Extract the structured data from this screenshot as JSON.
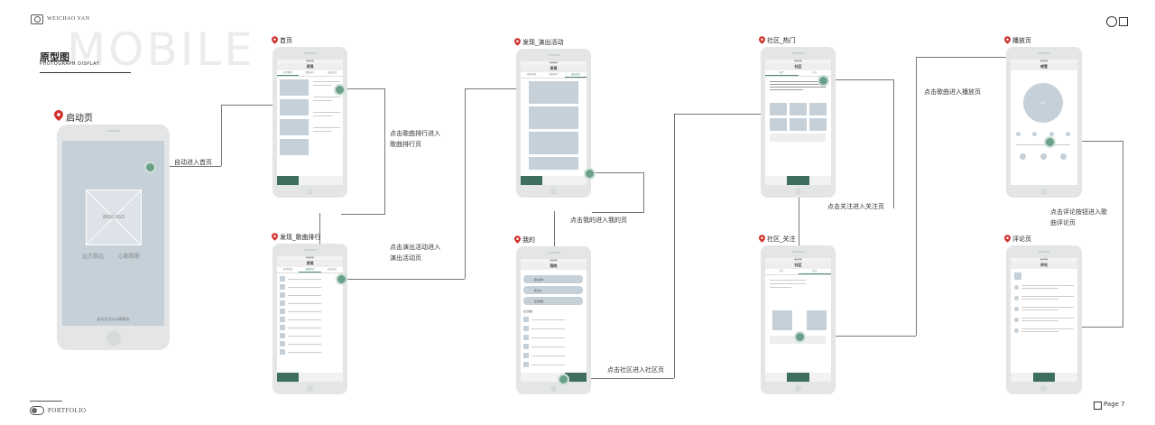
{
  "header": {
    "brand": "WEICHAO YAN",
    "watermark": "MOBILE",
    "section_title": "原型图",
    "section_subtitle": "PHOTOGRAPH DISPLAY"
  },
  "footer": {
    "portfolio": "PORTFOLIO",
    "page": "Page 7"
  },
  "colors": {
    "accent": "#3e6e5c",
    "hotspot": "#6aa08a",
    "pin": "#d0312d",
    "placeholder": "#c5d0d8"
  },
  "screens": {
    "launch": {
      "title": "启动页",
      "logo": "启动LOGO",
      "slogan_left": "远方歌远",
      "slogan_right": "心都歌歌",
      "footer": "启动页设计计算服务"
    },
    "home": {
      "title": "首页",
      "nav": "发现",
      "tabs": [
        "排行推荐",
        "歌曲排行",
        "演出活动"
      ]
    },
    "chart": {
      "title": "发现_歌曲排行",
      "nav": "发现",
      "tabs": [
        "推荐新歌",
        "歌曲排行",
        "演出活动"
      ]
    },
    "activity": {
      "title": "发现_演出活动",
      "nav": "发现",
      "tabs": [
        "推荐新歌",
        "歌曲排行",
        "演出活动"
      ]
    },
    "mine": {
      "title": "我的",
      "nav": "我的",
      "items": [
        "我的歌单",
        "我喜欢",
        "最近播放"
      ],
      "list_header": "最近播放"
    },
    "hot": {
      "title": "社区_热门",
      "nav": "社区",
      "tabs": [
        "热门",
        "关注"
      ]
    },
    "follow": {
      "title": "社区_关注",
      "nav": "社区",
      "tabs": [
        "热门",
        "关注"
      ]
    },
    "player": {
      "title": "播放页",
      "nav": "戒爱",
      "disc": "唱片"
    },
    "comments": {
      "title": "评论页",
      "nav": "评论"
    }
  },
  "annotations": {
    "auto_home": "自动进入首页",
    "chart": [
      "点击歌曲排行进入",
      "歌曲排行页"
    ],
    "activity": [
      "点击演出活动进入",
      "演出活动页"
    ],
    "mine": "点击我的进入我的页",
    "community": "点击社区进入社区页",
    "player": "点击歌曲进入播放页",
    "follow": "点击关注进入关注页",
    "comments": [
      "点击评论按钮进入歌",
      "曲评论页"
    ]
  }
}
